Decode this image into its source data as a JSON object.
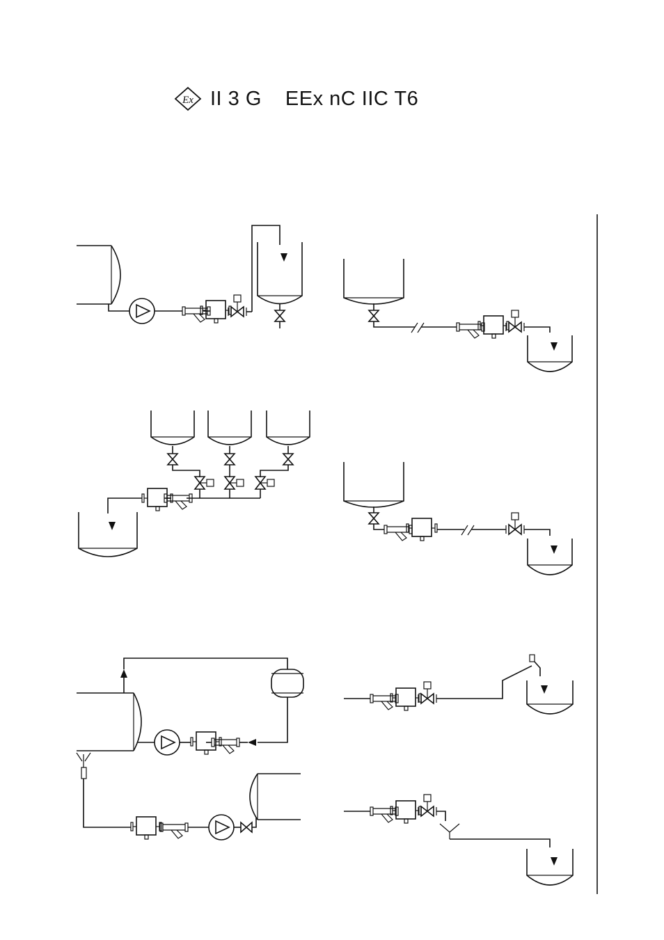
{
  "header": {
    "ex_logo_text": "Ex",
    "marking_group": "II 3 G",
    "marking_protection": "EEx nC IIC T6"
  },
  "colors": {
    "line": "#111111",
    "background": "#ffffff"
  },
  "icons": [
    "ex-logo-icon",
    "pump-icon",
    "strainer-icon",
    "flowmeter-icon",
    "solenoid-valve-icon",
    "ball-valve-icon",
    "tank-icon",
    "drain-funnel-icon"
  ]
}
